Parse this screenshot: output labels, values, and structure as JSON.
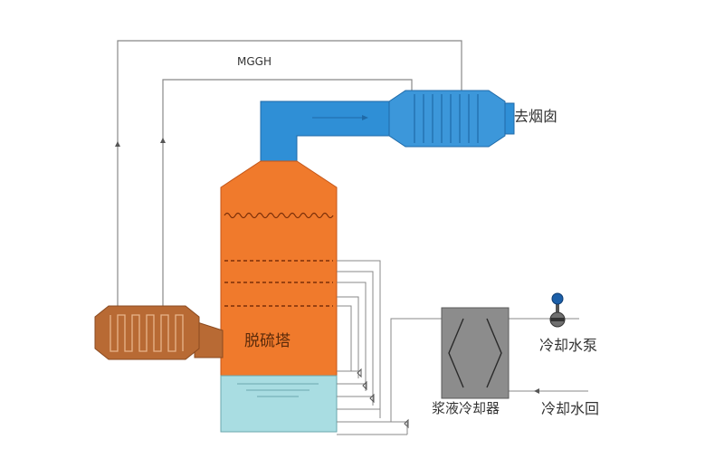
{
  "labels": {
    "mggh": "MGGH",
    "to_chimney": "去烟囱",
    "tower": "脱硫塔",
    "cooling_pump": "冷却水泵",
    "slurry_cooler": "浆液冷却器",
    "cooling_return": "冷却水回"
  },
  "colors": {
    "duct_blue": "#2f8fd6",
    "duct_blue_dark": "#1f6aa8",
    "tower_orange": "#f07a2c",
    "tower_orange_dark": "#c4571a",
    "slurry_cyan": "#a9dde2",
    "exchanger_brown": "#b86a34",
    "cooler_gray": "#8c8c8c",
    "pipe_gray": "#888888",
    "pump_blue": "#1c5fa8"
  },
  "icons": [
    "heat-exchanger-icon",
    "pump-icon",
    "valve-icon",
    "flow-arrow-icon"
  ]
}
